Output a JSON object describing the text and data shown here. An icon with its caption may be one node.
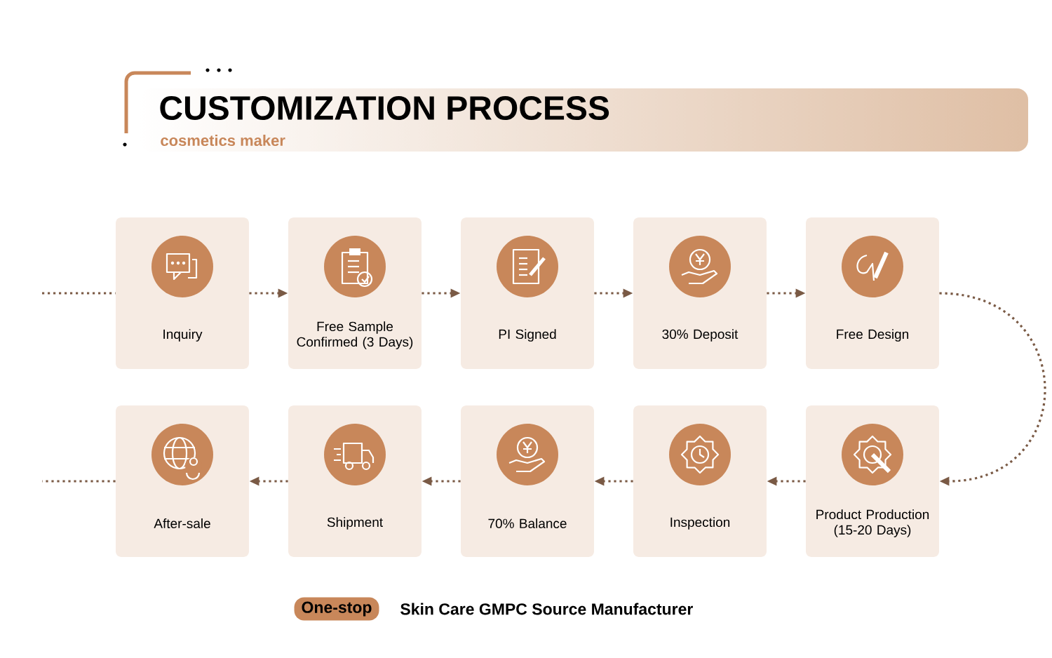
{
  "diagram": {
    "title": "CUSTOMIZATION PROCESS",
    "nodes": [
      {
        "text": [
          "Inquiry"
        ]
      },
      {
        "text": [
          "Free Sample Confirmed (3 Days)"
        ]
      },
      {
        "text": [
          "PI Signed"
        ]
      },
      {
        "text": [
          "30% Deposit"
        ]
      },
      {
        "text": [
          "Free Design"
        ]
      },
      {
        "text": [
          "After-sale"
        ]
      },
      {
        "text": [
          "Shipment"
        ]
      },
      {
        "text": [
          "70% Balance"
        ]
      },
      {
        "text": [
          "Inspection"
        ]
      },
      {
        "text": [
          "Product Production (15-20 Days)"
        ]
      },
      {
        "text": [
          "One-stop"
        ]
      }
    ],
    "edges": [
      {
        "from": null,
        "to": 0,
        "arrow": "none"
      },
      {
        "from": 0,
        "to": 1,
        "arrow": "to"
      },
      {
        "from": 1,
        "to": 2,
        "arrow": "to"
      },
      {
        "from": 2,
        "to": 3,
        "arrow": "to"
      },
      {
        "from": 3,
        "to": 4,
        "arrow": "to"
      },
      {
        "from": 4,
        "to": 9,
        "arrow": "to"
      },
      {
        "from": 9,
        "to": 8,
        "arrow": "to"
      },
      {
        "from": 8,
        "to": 7,
        "arrow": "to"
      },
      {
        "from": 7,
        "to": 6,
        "arrow": "to"
      },
      {
        "from": 6,
        "to": 5,
        "arrow": "to"
      },
      {
        "from": 5,
        "to": null,
        "arrow": "none"
      }
    ],
    "labels": [
      "cosmetics maker",
      "Skin Care GMPC Source Manufacturer"
    ]
  }
}
